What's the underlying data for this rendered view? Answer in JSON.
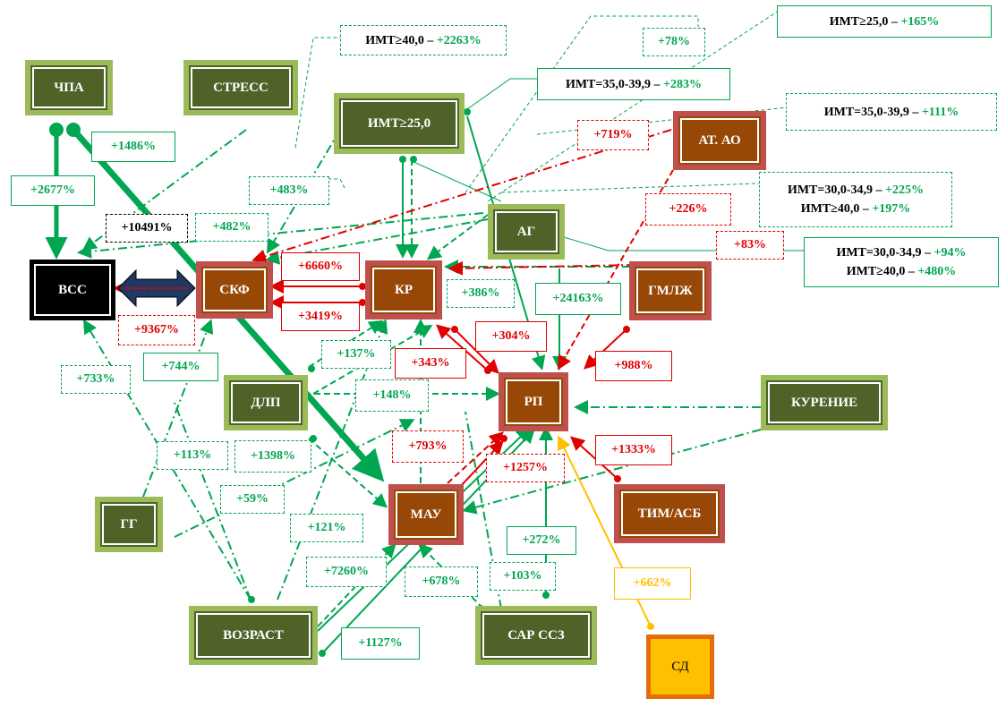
{
  "nodes": {
    "vss": "ВСС",
    "chpa": "ЧПА",
    "stress": "СТРЕСС",
    "imt25": "ИМТ≥25,0",
    "at_ao": "АТ. АО",
    "skf": "СКФ",
    "kr": "КР",
    "ag": "АГ",
    "gmlzh": "ГМЛЖ",
    "rp": "РП",
    "dlp": "ДЛП",
    "kurenie": "КУРЕНИЕ",
    "gg": "ГГ",
    "mau": "МАУ",
    "tim_asb": "ТИМ/АСБ",
    "vozrast": "ВОЗРАСТ",
    "sar_ssz": "САР ССЗ",
    "sd": "СД"
  },
  "info_boxes": {
    "imt40": {
      "label": "ИМТ≥40,0 – ",
      "value": "+2263%"
    },
    "imt25_top": {
      "label": "ИМТ≥25,0 – ",
      "value": "+165%"
    },
    "imt35_283": {
      "label": "ИМТ=35,0-39,9 – ",
      "value": "+283%"
    },
    "imt35_111": {
      "label": "ИМТ=35,0-39,9 – ",
      "value": "+111%"
    },
    "imt30_225": {
      "label1": "ИМТ=30,0-34,9 – ",
      "value1": "+225%",
      "label2": "ИМТ≥40,0 – ",
      "value2": "+197%"
    },
    "imt30_94": {
      "label1": "ИМТ=30,0-34,9 – ",
      "value1": "+94%",
      "label2": "ИМТ≥40,0 – ",
      "value2": "+480%"
    }
  },
  "labels": {
    "p78": "+78%",
    "p1486": "+1486%",
    "p2677": "+2677%",
    "p719": "+719%",
    "p483": "+483%",
    "p10491": "+10491%",
    "p482": "+482%",
    "p226": "+226%",
    "p6660": "+6660%",
    "p83": "+83%",
    "p3419": "+3419%",
    "p386": "+386%",
    "p24163": "+24163%",
    "p9367": "+9367%",
    "p304": "+304%",
    "p137": "+137%",
    "p343": "+343%",
    "p988": "+988%",
    "p744": "+744%",
    "p733": "+733%",
    "p148": "+148%",
    "p793": "+793%",
    "p1333": "+1333%",
    "p113": "+113%",
    "p1398": "+1398%",
    "p1257": "+1257%",
    "p59": "+59%",
    "p121": "+121%",
    "p272": "+272%",
    "p7260": "+7260%",
    "p103": "+103%",
    "p678": "+678%",
    "p662": "+662%",
    "p1127": "+1127%"
  },
  "colors": {
    "green": "#00a650",
    "red": "#e00000",
    "yellow": "#ffc000",
    "node_green": "#4f6228",
    "node_red": "#974706"
  }
}
